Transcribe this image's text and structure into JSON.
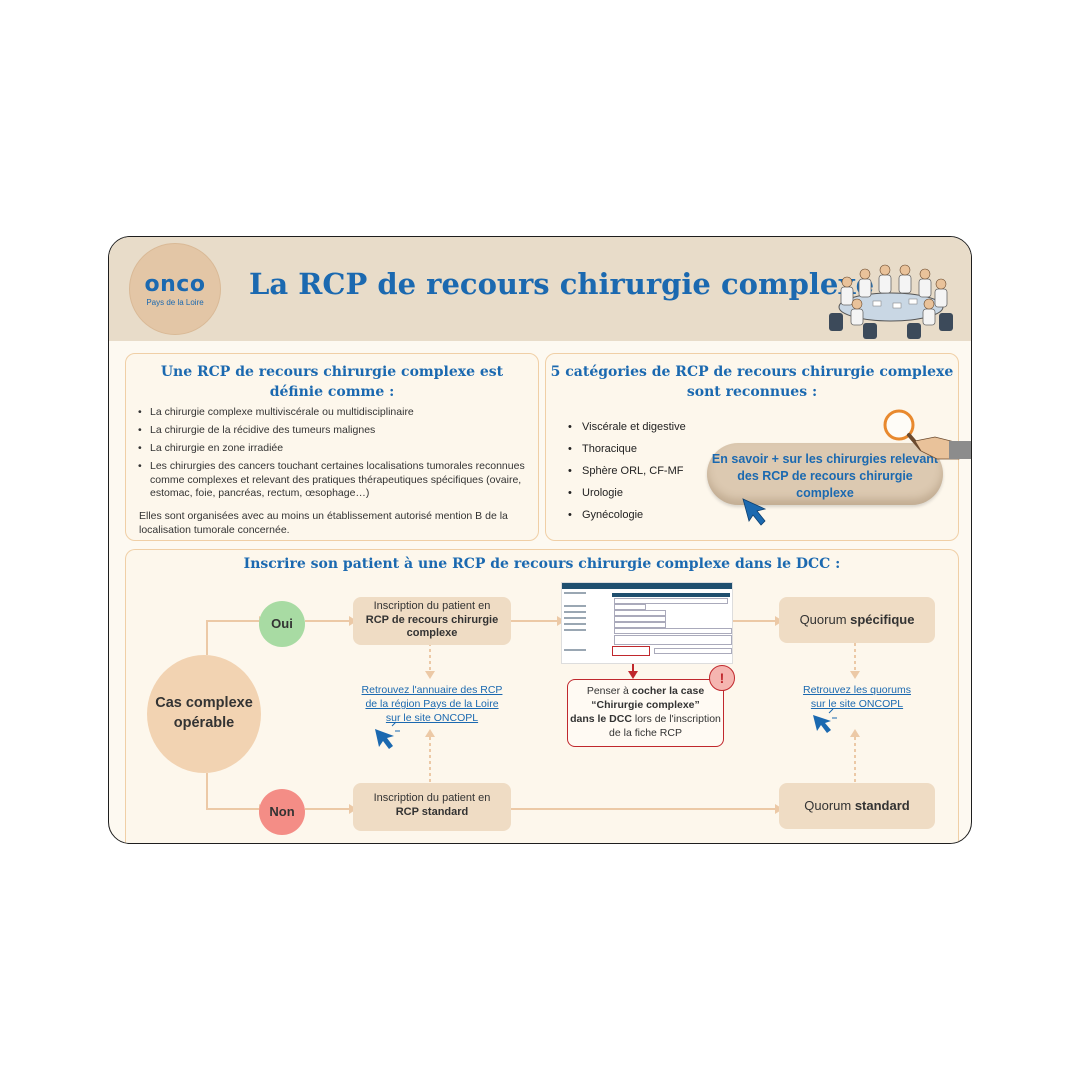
{
  "header": {
    "logo_word": "onco",
    "logo_sub": "Pays de la Loire",
    "title": "La RCP de recours chirurgie complexe"
  },
  "definition_panel": {
    "title_line1": "Une RCP de recours chirurgie complexe est",
    "title_line2": "définie comme :",
    "items": [
      "La chirurgie complexe multiviscérale ou multidisciplinaire",
      "La chirurgie de la récidive des tumeurs malignes",
      "La chirurgie en zone irradiée",
      "Les chirurgies des cancers touchant certaines localisations tumorales reconnues comme complexes et relevant des pratiques thérapeutiques spécifiques (ovaire, estomac, foie, pancréas, rectum, œsophage…)"
    ],
    "note": "Elles sont organisées avec au moins un établissement autorisé mention B de la localisation tumorale concernée."
  },
  "categories_panel": {
    "title_line1": "5 catégories de RCP de recours chirurgie complexe",
    "title_line2": "sont reconnues :",
    "items": [
      "Viscérale et digestive",
      "Thoracique",
      "Sphère ORL, CF-MF",
      "Urologie",
      "Gynécologie"
    ],
    "button_label": "En savoir + sur les chirurgies relevant des RCP de recours chirurgie complexe"
  },
  "flow": {
    "title": "Inscrire son patient à une RCP de recours chirurgie complexe dans le DCC :",
    "start_label": "Cas complexe opérable",
    "yes_label": "Oui",
    "no_label": "Non",
    "yes_box_pre": "Inscription du patient en",
    "yes_box_strong": "RCP de recours chirurgie complexe",
    "no_box_pre": "Inscription du patient en",
    "no_box_strong": "RCP standard",
    "quorum_specific_pre": "Quorum ",
    "quorum_specific_strong": "spécifique",
    "quorum_standard_pre": "Quorum ",
    "quorum_standard_strong": "standard",
    "directory_link": "Retrouvez l'annuaire des RCP de la région Pays de la Loire sur le site ONCOPL",
    "quorum_link": "Retrouvez les quorums sur le site ONCOPL",
    "callout_pre": "Penser à ",
    "callout_strong1": "cocher la case",
    "callout_strong2": "“Chirurgie complexe”",
    "callout_strong3": "dans le DCC",
    "callout_post": " lors de l'inscription de la fiche RCP",
    "callout_mark": "!"
  },
  "colors": {
    "accent": "#1b69b0",
    "header_bg": "#e8dcc9",
    "panel_border": "#f0cfa6",
    "box": "#efdcc4",
    "yes": "#a8dba3",
    "no": "#f48d86",
    "alert": "#c0282d"
  },
  "icons": [
    "cursor-hand-icon",
    "magnifier-icon",
    "meeting-team-illustration"
  ]
}
